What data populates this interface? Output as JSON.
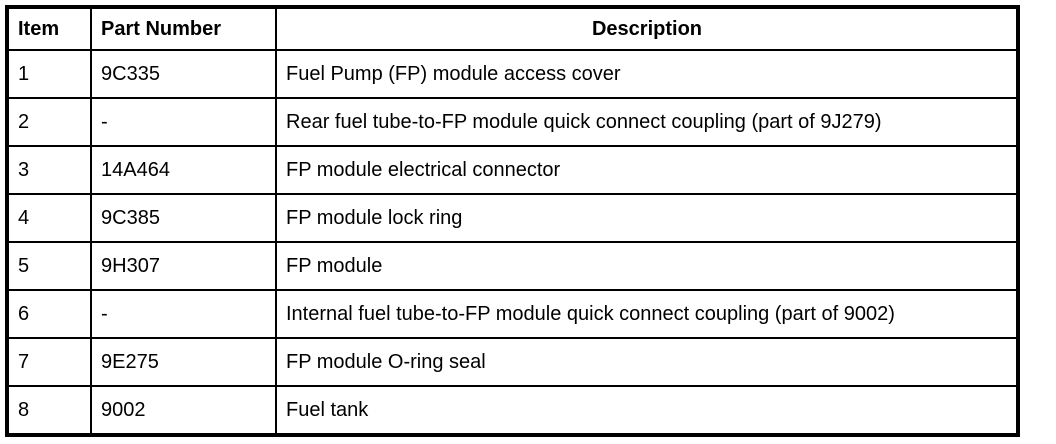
{
  "colors": {
    "background": "#ffffff",
    "border": "#000000",
    "text": "#000000"
  },
  "table": {
    "columns": [
      {
        "key": "item",
        "label": "Item"
      },
      {
        "key": "part_number",
        "label": "Part Number"
      },
      {
        "key": "description",
        "label": "Description"
      }
    ],
    "rows": [
      {
        "item": "1",
        "part_number": "9C335",
        "description": "Fuel Pump (FP) module access cover"
      },
      {
        "item": "2",
        "part_number": "-",
        "description": "Rear fuel tube-to-FP module quick connect coupling (part of 9J279)"
      },
      {
        "item": "3",
        "part_number": "14A464",
        "description": "FP module electrical connector"
      },
      {
        "item": "4",
        "part_number": "9C385",
        "description": "FP module lock ring"
      },
      {
        "item": "5",
        "part_number": "9H307",
        "description": "FP module"
      },
      {
        "item": "6",
        "part_number": "-",
        "description": "Internal fuel tube-to-FP module quick connect coupling (part of 9002)"
      },
      {
        "item": "7",
        "part_number": "9E275",
        "description": "FP module O-ring seal"
      },
      {
        "item": "8",
        "part_number": "9002",
        "description": "Fuel tank"
      }
    ]
  }
}
